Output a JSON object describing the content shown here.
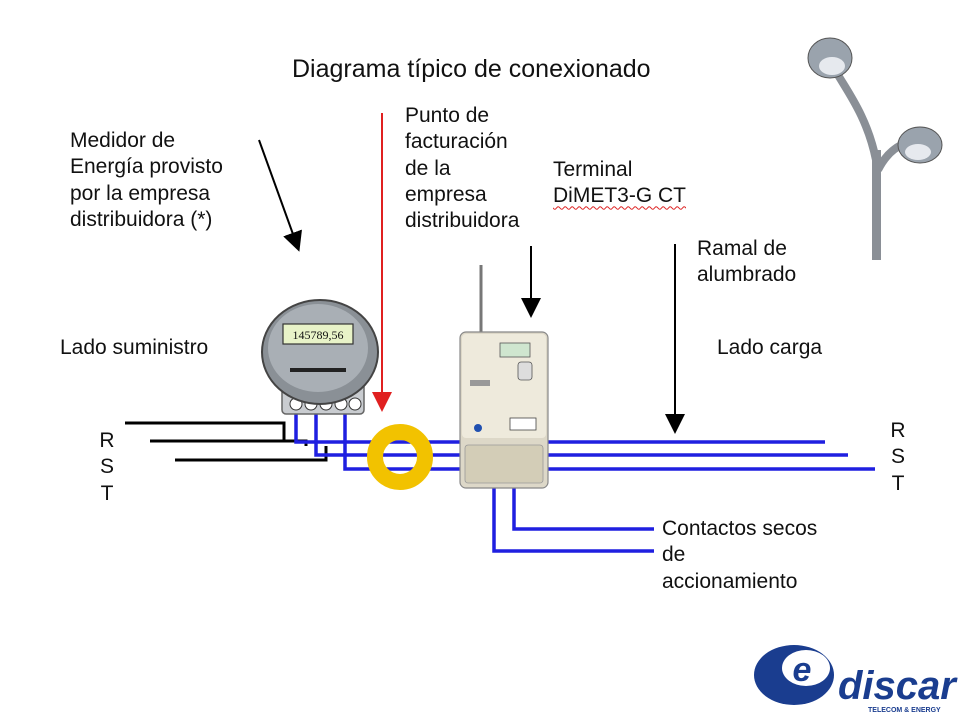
{
  "title": "Diagrama típico de conexionado",
  "labels": {
    "medidor": [
      "Medidor de",
      "Energía provisto",
      "por la empresa",
      "distribuidora (*)"
    ],
    "punto": [
      "Punto de",
      "facturación",
      "de la",
      "empresa",
      "distribuidora"
    ],
    "terminal": [
      "Terminal",
      "DiMET3-G CT"
    ],
    "ramal": [
      "Ramal de",
      "alumbrado"
    ],
    "lado_suministro": "Lado suministro",
    "lado_carga": "Lado carga",
    "contactos": [
      "Contactos secos",
      "de",
      "accionamiento"
    ]
  },
  "phases_left": [
    "R",
    "S",
    "T"
  ],
  "phases_right": [
    "R",
    "S",
    "T"
  ],
  "meter_display": "145789,56",
  "logo": {
    "name": "discar",
    "tagline": "TELECOM & ENERGY"
  },
  "colors": {
    "wire_blue": "#1f1fe0",
    "wire_black": "#000000",
    "arrow_red": "#e02020",
    "ct_ring": "#f2c200",
    "logo_blue": "#1a3d8f"
  }
}
